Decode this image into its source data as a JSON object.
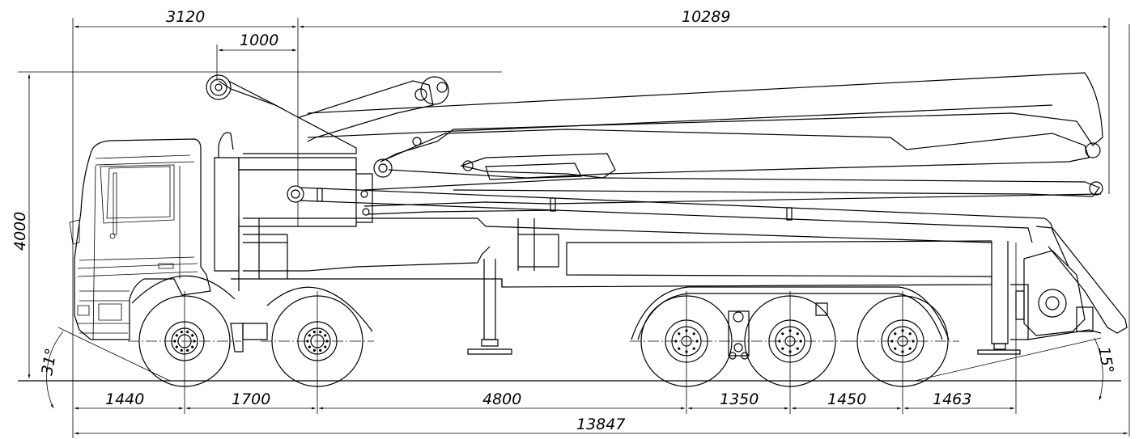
{
  "dimensions": {
    "top_rear_overhang": "3120",
    "top_boom_length": "10289",
    "top_offset": "1000",
    "total_height": "4000",
    "wheelbase_1": "1440",
    "wheelbase_2": "1700",
    "wheelbase_3": "4800",
    "wheelbase_4": "1350",
    "wheelbase_5": "1450",
    "rear_overhang": "1463",
    "total_length": "13847",
    "approach_angle": "31°",
    "departure_angle": "15°"
  }
}
